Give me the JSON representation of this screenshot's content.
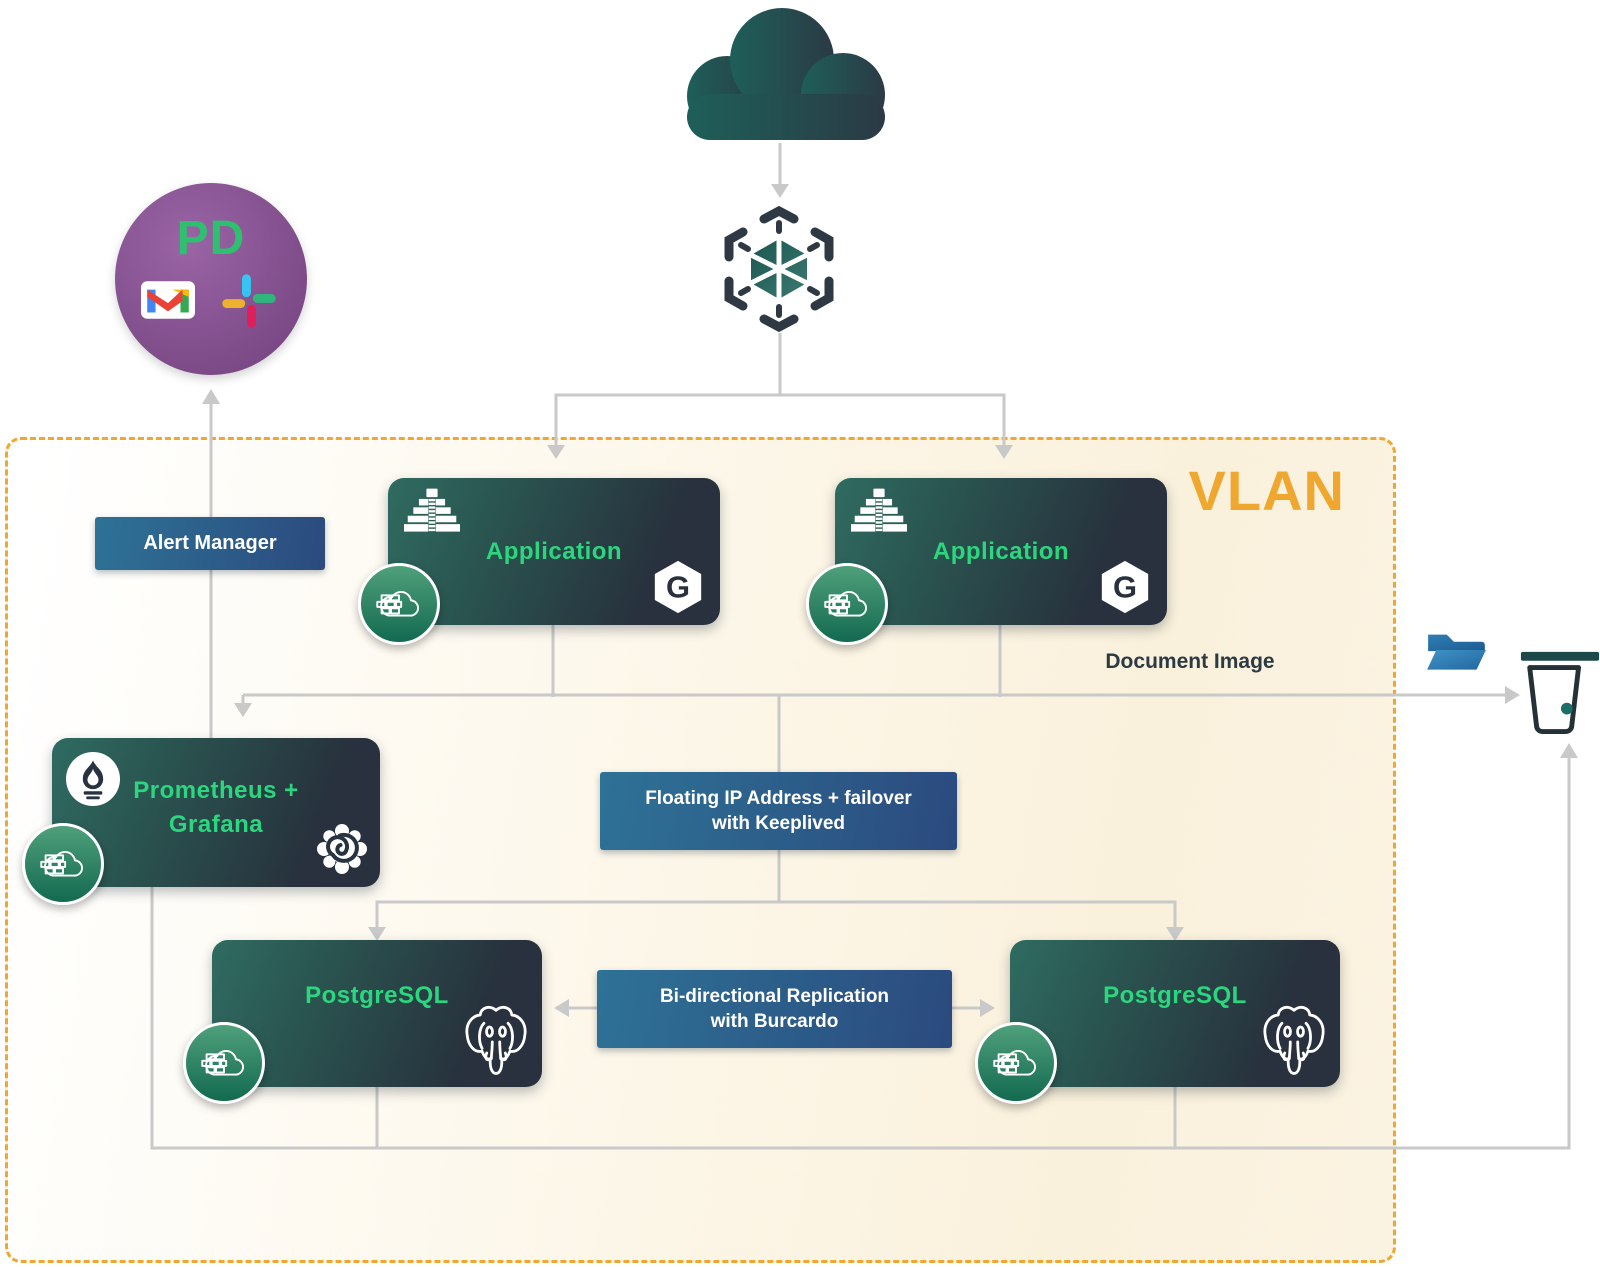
{
  "colors": {
    "green_text": "#2BD77E",
    "vlan_amber": "#F0A72F",
    "line_gray": "#C9C9C9",
    "blue_box_start": "#2E7296",
    "blue_box_end": "#2B4A7E",
    "dark_box_start": "#2F6B61",
    "dark_box_end": "#28313D",
    "badge_green_start": "#4FA07B",
    "badge_green_end": "#136A50",
    "pagerduty_green": "#2EC06F",
    "purple_circle": "#84518F"
  },
  "vlan": {
    "label": "VLAN"
  },
  "integrations": {
    "pagerduty_label": "PD"
  },
  "nodes": {
    "alert_manager": {
      "label": "Alert Manager"
    },
    "application_1": {
      "label": "Application"
    },
    "application_2": {
      "label": "Application"
    },
    "prometheus_grafana": {
      "line1": "Prometheus +",
      "line2": "Grafana"
    },
    "floating_ip": {
      "line1": "Floating IP Address + failover",
      "line2": "with Keeplived"
    },
    "replication": {
      "line1": "Bi-directional Replication",
      "line2": "with Burcardo"
    },
    "postgresql_1": {
      "label": "PostgreSQL"
    },
    "postgresql_2": {
      "label": "PostgreSQL"
    }
  },
  "labels": {
    "document_image": "Document Image"
  },
  "icons": {
    "gunicorn_letter": "G"
  }
}
